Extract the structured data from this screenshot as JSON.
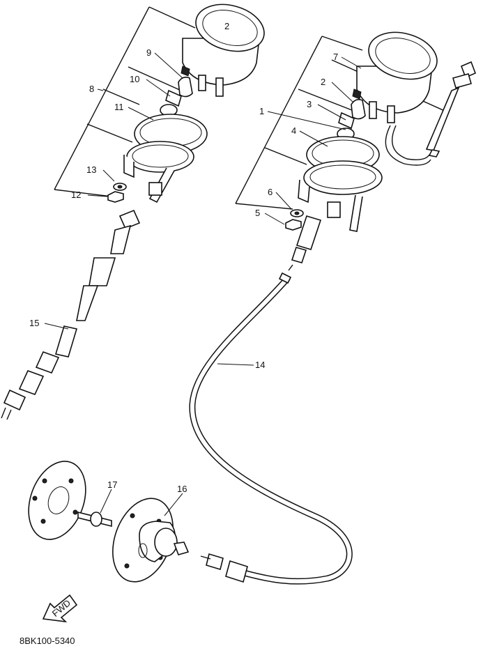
{
  "diagram": {
    "footer_code": "8BK100-5340",
    "fwd_label": "FWD",
    "callouts": [
      {
        "id": "c1",
        "label": "1"
      },
      {
        "id": "c2",
        "label": "2"
      },
      {
        "id": "c3",
        "label": "3"
      },
      {
        "id": "c4",
        "label": "4"
      },
      {
        "id": "c5",
        "label": "5"
      },
      {
        "id": "c6",
        "label": "6"
      },
      {
        "id": "c7",
        "label": "7"
      },
      {
        "id": "c8",
        "label": "8"
      },
      {
        "id": "c9",
        "label": "9"
      },
      {
        "id": "c10",
        "label": "10"
      },
      {
        "id": "c11",
        "label": "11"
      },
      {
        "id": "c12",
        "label": "12"
      },
      {
        "id": "c13",
        "label": "13"
      },
      {
        "id": "c14",
        "label": "14"
      },
      {
        "id": "c15",
        "label": "15"
      },
      {
        "id": "c16",
        "label": "16"
      },
      {
        "id": "c17",
        "label": "17"
      }
    ]
  }
}
